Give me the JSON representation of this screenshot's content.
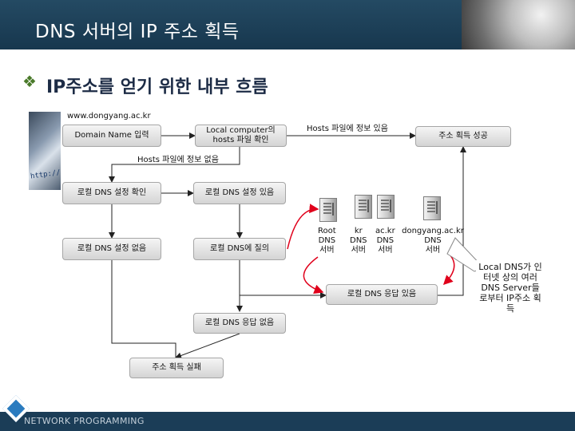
{
  "header": {
    "title": "DNS 서버의 IP 주소 획득"
  },
  "subtitle": "IP주소를 얻기 위한 내부 흐름",
  "url_label": "www.dongyang.ac.kr",
  "photo_url": "http://",
  "boxes": {
    "domain_input": "Domain Name 입력",
    "local_computer_1": "Local computer의",
    "local_computer_2": "hosts 파일 확인",
    "success": "주소 획득 성공",
    "dns_check": "로컬 DNS 설정 확인",
    "dns_set": "로컬 DNS 설정 있음",
    "dns_not_set": "로컬 DNS 설정 없음",
    "dns_query": "로컬 DNS에 질의",
    "dns_answer": "로컬 DNS 응답 있음",
    "dns_no_answer": "로컬 DNS 응답 없음",
    "fail": "주소 획득 실패"
  },
  "labels": {
    "hosts_found": "Hosts 파일에 정보 있음",
    "hosts_not_found": "Hosts 파일에 정보 없음"
  },
  "servers": [
    {
      "top": "Root",
      "mid": "DNS",
      "bot": "서버"
    },
    {
      "top": "kr",
      "mid": "DNS",
      "bot": "서버"
    },
    {
      "top": "ac.kr",
      "mid": "DNS",
      "bot": "서버"
    },
    {
      "top": "dongyang.ac.kr",
      "mid": "DNS",
      "bot": "서버"
    }
  ],
  "note": "Local DNS가 인터넷 상의 여러 DNS Server들로부터 IP주소 획득",
  "footer": {
    "text": "NETWORK PROGRAMMING"
  },
  "colors": {
    "header": "#1b3d57",
    "accent_arrow": "#e0001b",
    "bullet": "#4a7a2a"
  }
}
